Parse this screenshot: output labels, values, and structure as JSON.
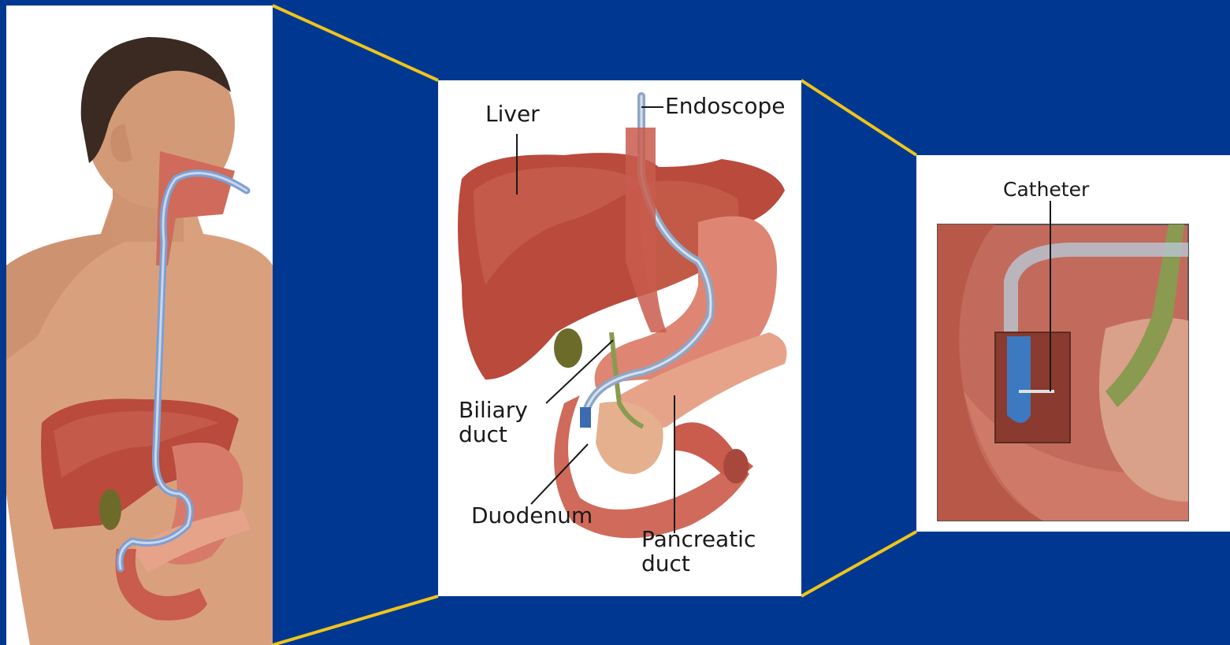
{
  "colors": {
    "background": "#003891",
    "connector": "#f0c419",
    "liver": "#b94a3c",
    "endoscope": "#7f9fcf",
    "bile": "#8a9a50",
    "pancreas": "#e6a38a"
  },
  "labels": {
    "liver": "Liver",
    "endoscope": "Endoscope",
    "biliary_duct": "Biliary\nduct",
    "duodenum": "Duodenum",
    "pancreatic_duct": "Pancreatic\nduct",
    "catheter": "Catheter"
  }
}
